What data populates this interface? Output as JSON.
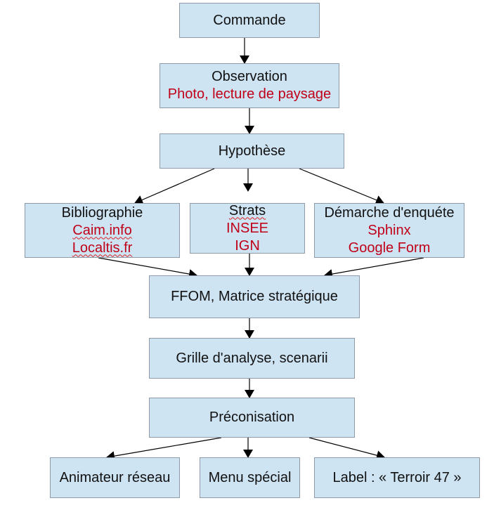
{
  "diagram": {
    "colors": {
      "box_fill": "#cfe4f3",
      "box_border": "#8e9aa6",
      "text": "#111111",
      "highlight": "#c00018"
    },
    "nodes": {
      "commande": {
        "title": "Commande"
      },
      "observation": {
        "title": "Observation",
        "subtitle": "Photo, lecture de paysage"
      },
      "hypothese": {
        "title": "Hypothèse"
      },
      "bibliographie": {
        "title": "Bibliographie",
        "items": [
          "Caim.info",
          "Localtis.fr"
        ]
      },
      "strats": {
        "title": "Strats",
        "items": [
          "INSEE",
          "IGN"
        ]
      },
      "demarche": {
        "title": "Démarche d'enquéte",
        "items": [
          "Sphinx",
          "Google Form"
        ]
      },
      "ffom": {
        "title": "FFOM, Matrice stratégique"
      },
      "grille": {
        "title": "Grille d'analyse, scenarii"
      },
      "preconisation": {
        "title": "Préconisation"
      },
      "animateur": {
        "title": "Animateur réseau"
      },
      "menu": {
        "title": "Menu spécial"
      },
      "label": {
        "title": "Label : « Terroir 47 »"
      }
    },
    "edges": [
      [
        "commande",
        "observation"
      ],
      [
        "observation",
        "hypothese"
      ],
      [
        "hypothese",
        "bibliographie"
      ],
      [
        "hypothese",
        "strats"
      ],
      [
        "hypothese",
        "demarche"
      ],
      [
        "bibliographie",
        "ffom"
      ],
      [
        "strats",
        "ffom"
      ],
      [
        "demarche",
        "ffom"
      ],
      [
        "ffom",
        "grille"
      ],
      [
        "grille",
        "preconisation"
      ],
      [
        "preconisation",
        "animateur"
      ],
      [
        "preconisation",
        "menu"
      ],
      [
        "preconisation",
        "label"
      ]
    ]
  }
}
